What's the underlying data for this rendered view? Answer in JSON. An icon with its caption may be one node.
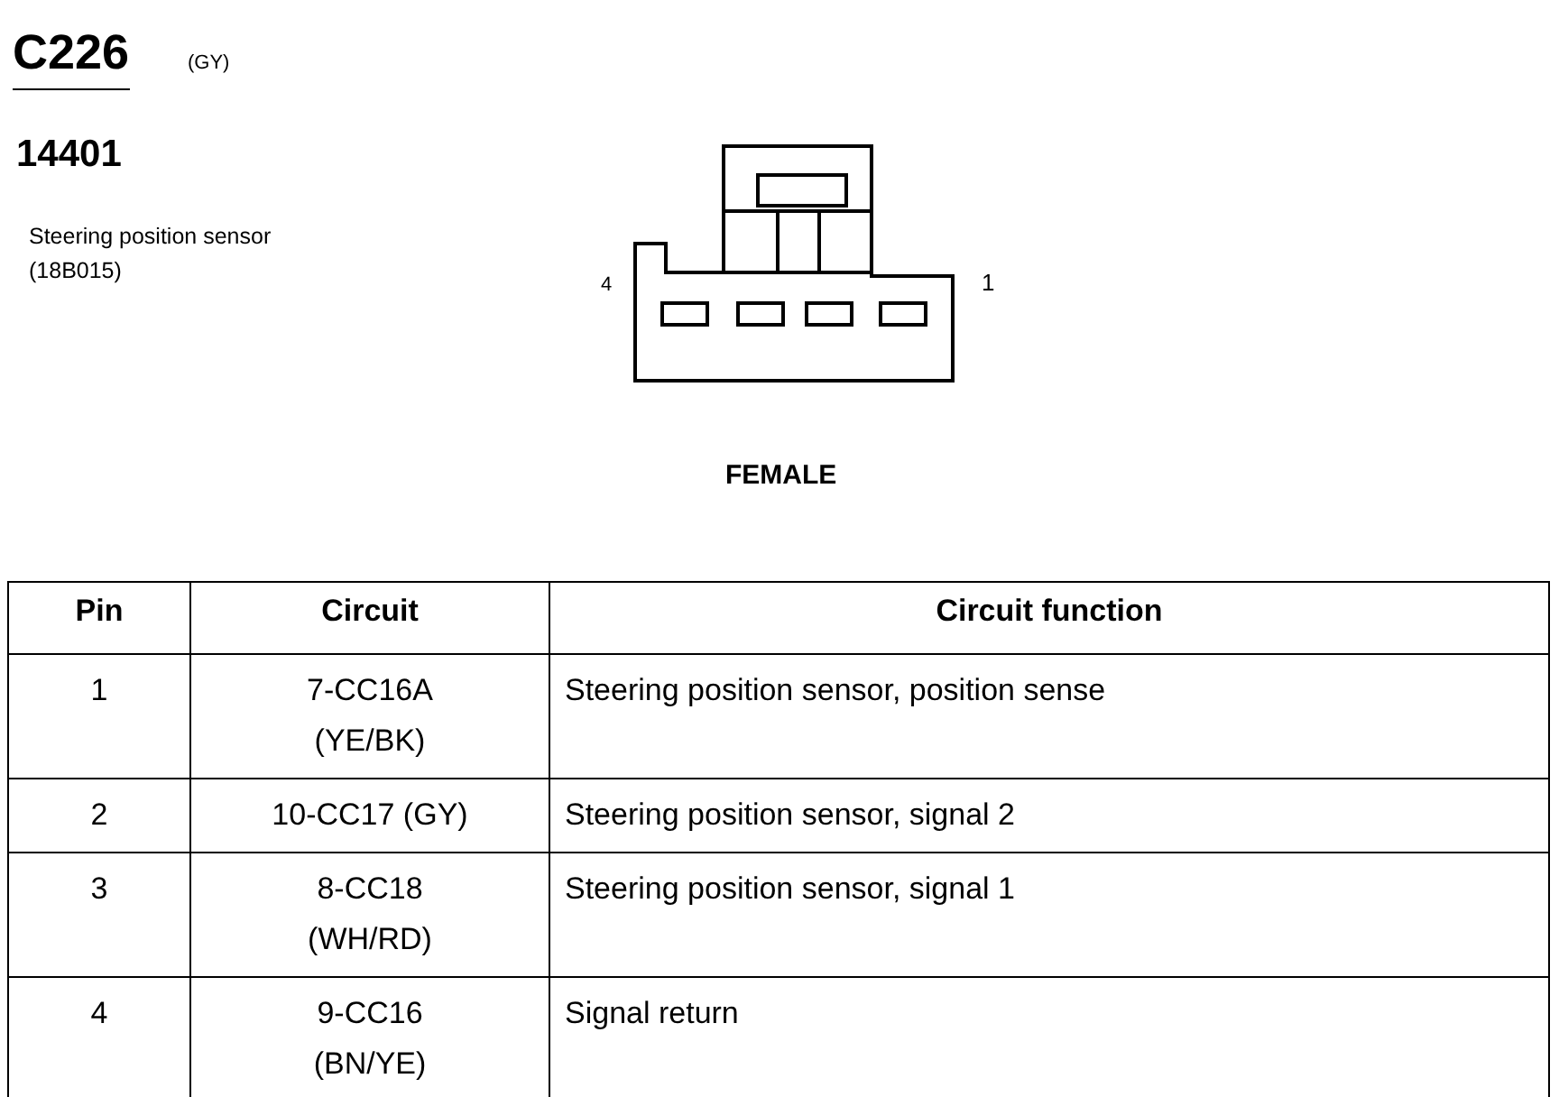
{
  "diagram": {
    "title": "C226",
    "labels": [
      "(GY)",
      "14401",
      "Steering position sensor (18B015)",
      "4",
      "1",
      "FEMALE",
      "Pin",
      "Circuit",
      "Circuit function",
      "1",
      "7-CC16A (YE/BK)",
      "Steering position sensor, position sense",
      "2",
      "10-CC17 (GY)",
      "Steering position sensor, signal 2",
      "3",
      "8-CC18 (WH/RD)",
      "Steering position sensor, signal 1",
      "4",
      "9-CC16 (BN/YE)",
      "Signal return"
    ]
  }
}
